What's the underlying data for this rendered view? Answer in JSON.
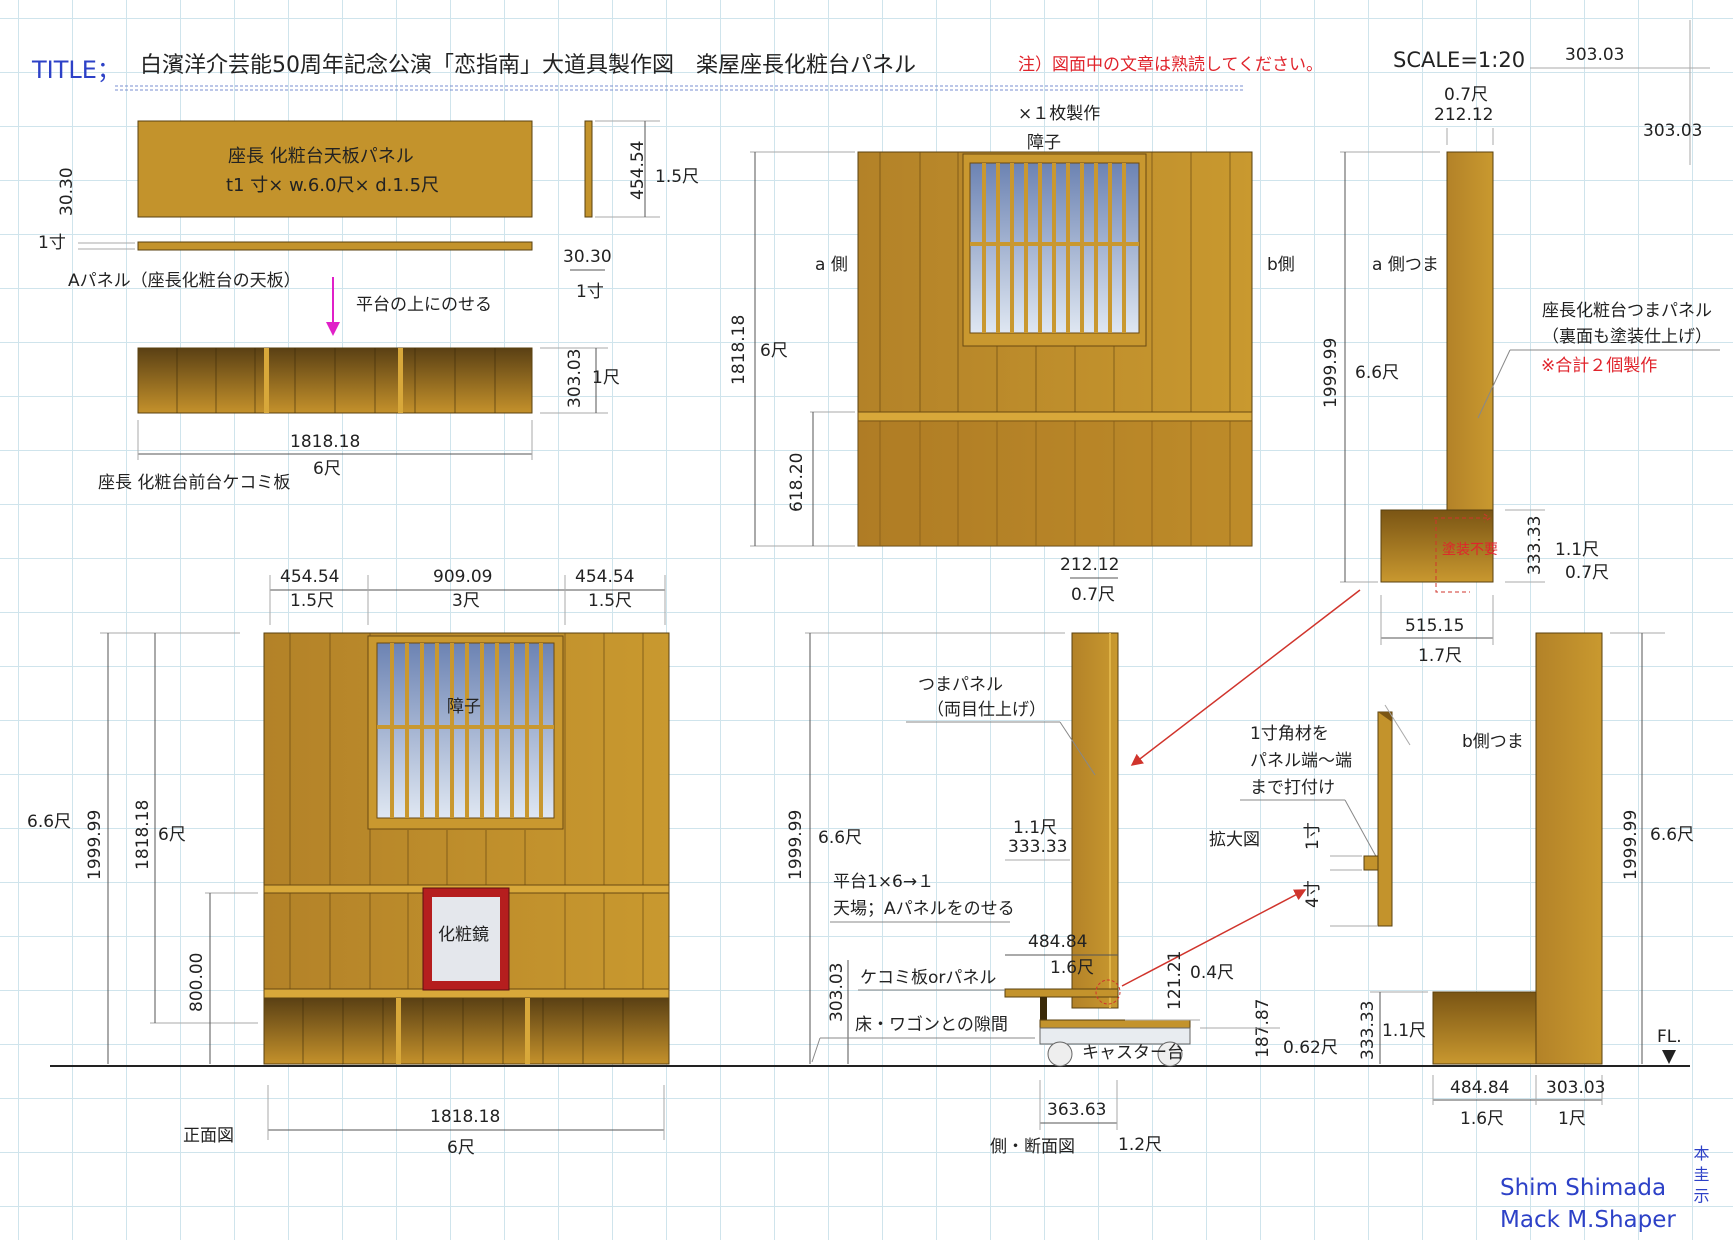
{
  "header": {
    "title_prefix": "TITLE；",
    "title": "白濱洋介芸能50周年記念公演「恋指南」大道具製作図　楽屋座長化粧台パネル",
    "note": "注）図面中の文章は熟読してください。",
    "scale": "SCALE=1:20"
  },
  "corner": {
    "grid_w": "303.03",
    "grid_h": "303.03"
  },
  "top_panel": {
    "label_line1": "座長 化粧台天板パネル",
    "label_line2": "t1 寸× w.6.0尺× d.1.5尺",
    "dim_thick": "30.30",
    "dim_1sun": "1寸",
    "dim_side_mm": "454.54",
    "dim_side_shaku": "1.5尺",
    "dim_bottom_mm": "30.30",
    "dim_bottom_sun": "1寸",
    "caption": "Aパネル（座長化粧台の天板）",
    "arrow_label": "平台の上にのせる"
  },
  "kekomi": {
    "dim_h_mm": "303.03",
    "dim_h_shaku": "1尺",
    "dim_w_mm": "1818.18",
    "dim_w_shaku": "6尺",
    "caption": "座長 化粧台前台ケコミ板"
  },
  "back_panel": {
    "count": "×１枚製作",
    "shoji": "障子",
    "side_a": "a 側",
    "side_b": "b側",
    "dim_h_mm": "1818.18",
    "dim_h_shaku": "6尺",
    "dim_low_mm": "618.20"
  },
  "side_a": {
    "dim_t_shaku": "0.7尺",
    "dim_t_mm": "212.12",
    "label": "a 側つま",
    "dim_h_mm": "1999.99",
    "dim_h_shaku": "6.6尺",
    "note1": "座長化粧台つまパネル",
    "note2": "（裏面も塗装仕上げ）",
    "note3": "※合計２個製作",
    "no_paint": "塗装不要",
    "dim_box_mm": "333.33",
    "dim_box_shaku": "1.1尺",
    "dim_box2_shaku": "0.7尺",
    "dim_w_mm": "515.15",
    "dim_w_shaku": "1.7尺"
  },
  "front": {
    "dim_left_mm": "454.54",
    "dim_left_shaku": "1.5尺",
    "dim_mid_mm": "909.09",
    "dim_mid_shaku": "3尺",
    "dim_right_mm": "454.54",
    "dim_right_shaku": "1.5尺",
    "shoji": "障子",
    "mirror": "化粧鏡",
    "dim_total_shaku": "6.6尺",
    "dim_total_mm": "1999.99",
    "dim_panel_mm": "1818.18",
    "dim_panel_shaku": "6尺",
    "dim_table_mm": "800.00",
    "dim_w_mm": "1818.18",
    "dim_w_shaku": "6尺",
    "caption": "正面図"
  },
  "section": {
    "dim_t_mm": "212.12",
    "dim_t_shaku": "0.7尺",
    "panel_label1": "つまパネル",
    "panel_label2": "（両目仕上げ）",
    "dim_h_mm": "1999.99",
    "dim_h_shaku": "6.6尺",
    "dim_mid_shaku": "1.1尺",
    "dim_mid_mm": "333.33",
    "note_hiradai1": "平台1×6→１",
    "note_hiradai2": "天場；Aパネルをのせる",
    "dim_depth_mm": "484.84",
    "dim_depth_shaku": "1.6尺",
    "kekomi_label": "ケコミ板orパネル",
    "dim_kekomi_mm": "303.03",
    "gap_label": "床・ワゴンとの隙間",
    "caster_label": "キャスター台",
    "dim_121": "121.21",
    "dim_04": "0.4尺",
    "dim_187": "187.87",
    "dim_062": "0.62尺",
    "dim_base_mm": "363.63",
    "dim_base_shaku": "1.2尺",
    "caption": "側・断面図"
  },
  "detail": {
    "note1": "1寸角材を",
    "note2": "パネル端～端",
    "note3": "まで打付け",
    "caption": "拡大図",
    "dim_1sun": "1寸",
    "dim_4sun": "4寸"
  },
  "side_b": {
    "label": "b側つま",
    "dim_h_mm": "1999.99",
    "dim_h_shaku": "6.6尺",
    "dim_box_mm": "333.33",
    "dim_box_shaku": "1.1尺",
    "fl": "FL.",
    "dim_w1_mm": "484.84",
    "dim_w1_shaku": "1.6尺",
    "dim_w2_mm": "303.03",
    "dim_w2_shaku": "1尺"
  },
  "credits": {
    "name1": "Shim Shimada",
    "name2": "Mack M.Shaper",
    "vertical": "本 圭 示"
  }
}
